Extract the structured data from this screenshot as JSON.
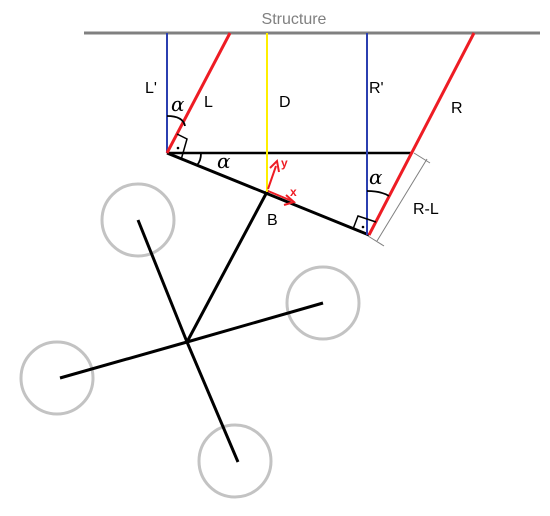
{
  "colors": {
    "structure": "#808080",
    "blue": "#2b3fb0",
    "red": "#ee1c24",
    "yellow": "#ffef00",
    "black": "#000000",
    "rotor": "#c3c3c3",
    "bracket": "#7f7f7f"
  },
  "labels": {
    "structure": "Structure",
    "l_prime": "L'",
    "alpha_left": "α",
    "l": "L",
    "d": "D",
    "r_prime": "R'",
    "r": "R",
    "alpha_center": "α",
    "alpha_right": "α",
    "r_minus_l": "R-L",
    "b": "B",
    "y_axis": "y",
    "x_axis": "x"
  }
}
